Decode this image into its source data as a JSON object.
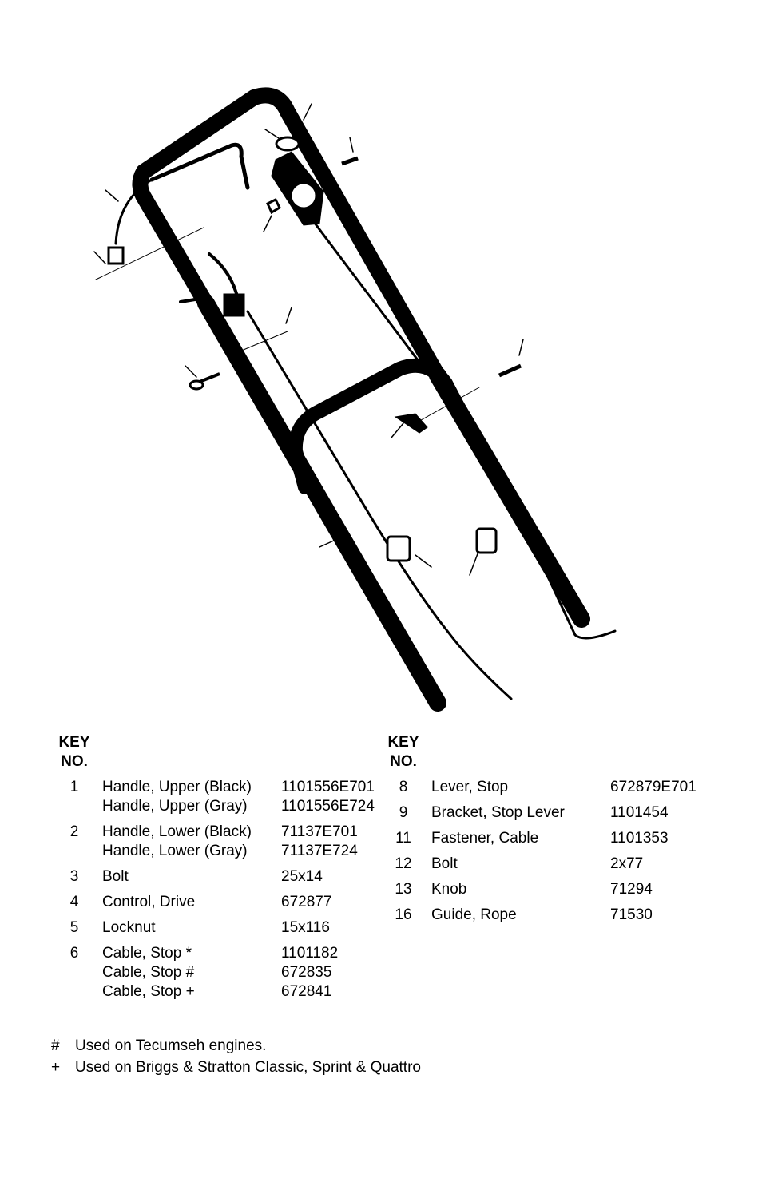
{
  "key_header": [
    "KEY",
    "NO."
  ],
  "parts_left": [
    {
      "key": "1",
      "desc": [
        "Handle, Upper (Black)",
        "Handle, Upper (Gray)"
      ],
      "part": [
        "1101556E701",
        "1101556E724"
      ]
    },
    {
      "key": "2",
      "desc": [
        "Handle, Lower (Black)",
        "Handle, Lower (Gray)"
      ],
      "part": [
        "71137E701",
        "71137E724"
      ]
    },
    {
      "key": "3",
      "desc": [
        "Bolt"
      ],
      "part": [
        "25x14"
      ]
    },
    {
      "key": "4",
      "desc": [
        "Control, Drive"
      ],
      "part": [
        "672877"
      ]
    },
    {
      "key": "5",
      "desc": [
        "Locknut"
      ],
      "part": [
        "15x116"
      ]
    },
    {
      "key": "6",
      "desc": [
        "Cable, Stop  *",
        "Cable, Stop  #",
        "Cable, Stop  +"
      ],
      "part": [
        "1101182",
        "672835",
        "672841"
      ]
    }
  ],
  "parts_right": [
    {
      "key": "8",
      "desc": [
        "Lever, Stop"
      ],
      "part": [
        "672879E701"
      ]
    },
    {
      "key": "9",
      "desc": [
        "Bracket, Stop Lever"
      ],
      "part": [
        "1101454"
      ]
    },
    {
      "key": "11",
      "desc": [
        "Fastener, Cable"
      ],
      "part": [
        "1101353"
      ]
    },
    {
      "key": "12",
      "desc": [
        "Bolt"
      ],
      "part": [
        "2x77"
      ]
    },
    {
      "key": "13",
      "desc": [
        "Knob"
      ],
      "part": [
        "71294"
      ]
    },
    {
      "key": "16",
      "desc": [
        "Guide, Rope"
      ],
      "part": [
        "71530"
      ]
    }
  ],
  "footnotes": [
    {
      "symbol": "#",
      "text": "Used on Tecumseh engines."
    },
    {
      "symbol": "+",
      "text": "Used on Briggs & Stratton Classic, Sprint & Quattro"
    }
  ]
}
